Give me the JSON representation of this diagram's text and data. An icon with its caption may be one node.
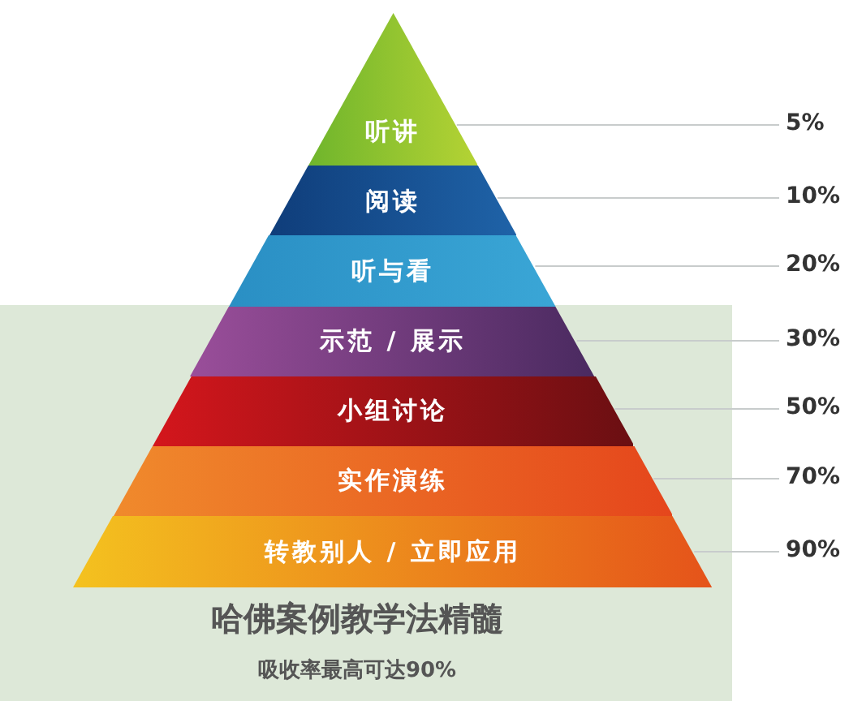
{
  "diagram": {
    "nodes": [
      {
        "text": [
          "听讲"
        ]
      },
      {
        "text": [
          "阅读"
        ]
      },
      {
        "text": [
          "听与看"
        ]
      },
      {
        "text": [
          "示范 / 展示"
        ],
        "in": 14
      },
      {
        "text": [
          "小组讨论"
        ],
        "in": 14
      },
      {
        "text": [
          "实作演练"
        ],
        "in": 14
      },
      {
        "text": [
          "转教别人 / 立即应用"
        ],
        "in": 14
      },
      {
        "text": [
          "5%"
        ]
      },
      {
        "text": [
          "10%"
        ]
      },
      {
        "text": [
          "20%"
        ]
      },
      {
        "text": [
          "30%"
        ]
      },
      {
        "text": [
          "50%"
        ]
      },
      {
        "text": [
          "70%"
        ]
      },
      {
        "text": [
          "90%"
        ]
      },
      {
        "text": [
          "哈佛案例教学法精髓",
          "吸收率最高可达90%"
        ]
      }
    ],
    "edges": [
      {
        "from": 0,
        "to": 7,
        "arrow": "none"
      },
      {
        "from": 1,
        "to": 8,
        "arrow": "none"
      },
      {
        "from": 2,
        "to": 9,
        "arrow": "none"
      },
      {
        "from": 3,
        "to": 10,
        "arrow": "none"
      },
      {
        "from": 4,
        "to": 11,
        "arrow": "none"
      },
      {
        "from": 5,
        "to": 12,
        "arrow": "none"
      },
      {
        "from": 6,
        "to": 13,
        "arrow": "none"
      }
    ]
  }
}
